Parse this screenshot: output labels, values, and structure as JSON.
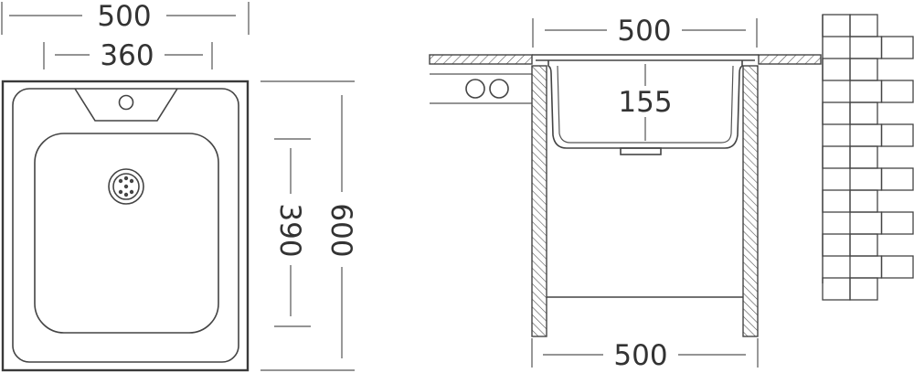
{
  "colors": {
    "stroke": "#444444",
    "text": "#333333",
    "background": "#ffffff"
  },
  "dimensions": {
    "top_view": {
      "overall_width": "500",
      "bowl_width": "360",
      "bowl_depth": "390",
      "overall_depth": "600"
    },
    "side_view": {
      "top_width": "500",
      "bowl_height": "155",
      "bottom_width": "500"
    }
  },
  "icons": [
    "drain-icon",
    "faucet-hole-icon",
    "brick-wall-icon",
    "pipe-icon"
  ]
}
